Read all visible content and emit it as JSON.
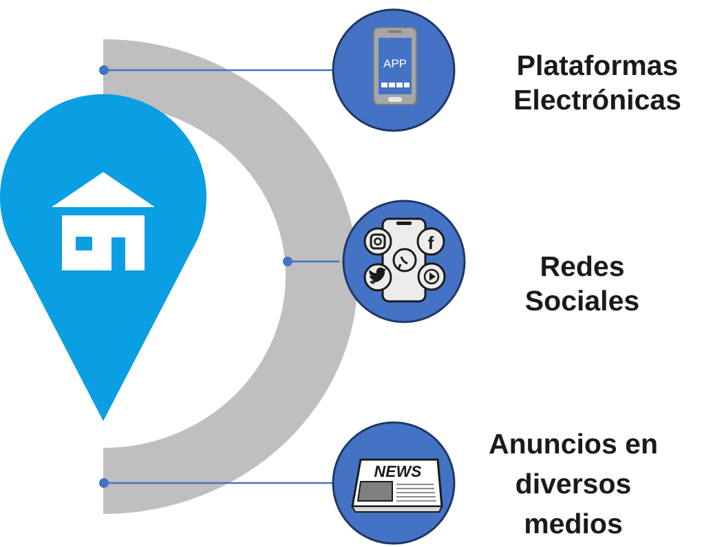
{
  "items": [
    {
      "icon": "mobile-app-icon",
      "app_text": "APP",
      "lines": [
        "Plataformas",
        "Electrónicas"
      ]
    },
    {
      "icon": "social-media-phone-icon",
      "lines": [
        "Redes",
        "Sociales"
      ]
    },
    {
      "icon": "newspaper-icon",
      "news_text": "NEWS",
      "lines": [
        "Anuncios en",
        "diversos",
        "medios"
      ]
    }
  ],
  "colors": {
    "pin": "#0a9ee3",
    "arc": "#bfbfbf",
    "circle": "#4472c4",
    "circle_border": "#1f3864",
    "connector": "#4472c4"
  }
}
